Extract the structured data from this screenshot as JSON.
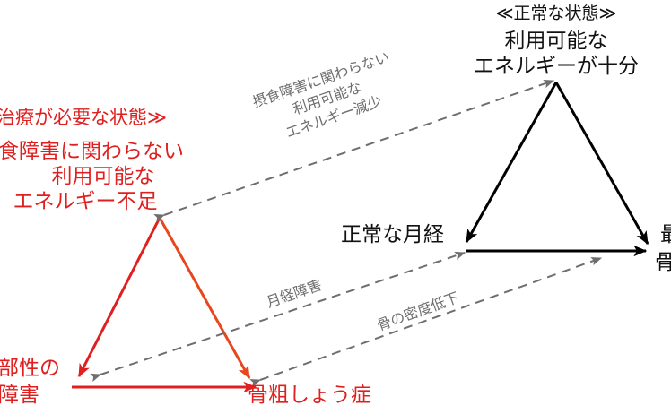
{
  "normal": {
    "heading": "≪正常な状態≫",
    "energy_line1": "利用可能な",
    "energy_line2": "エネルギーが十分",
    "menses": "正常な月経",
    "right_cut_top": "最",
    "right_cut_bottom": "骨"
  },
  "treatment": {
    "heading_visible": "治療が必要な状態≫",
    "energy_line1": "食障害に関わらない",
    "energy_line2": "利用可能な",
    "energy_line3": "エネルギー不足",
    "left_bottom_line1": "部性の",
    "left_bottom_line2": "障害",
    "osteoporosis": "骨粗しょう症"
  },
  "transitions": {
    "energy_line1": "摂食障害に関わらない",
    "energy_line2": "利用可能な",
    "energy_line3": "エネルギー減少",
    "menstrual": "月経障害",
    "bone": "骨の密度低下"
  },
  "colors": {
    "normal": "#000000",
    "red": "#e02020",
    "orange_red": "#e8461e",
    "transition": "#6e6e6e"
  }
}
